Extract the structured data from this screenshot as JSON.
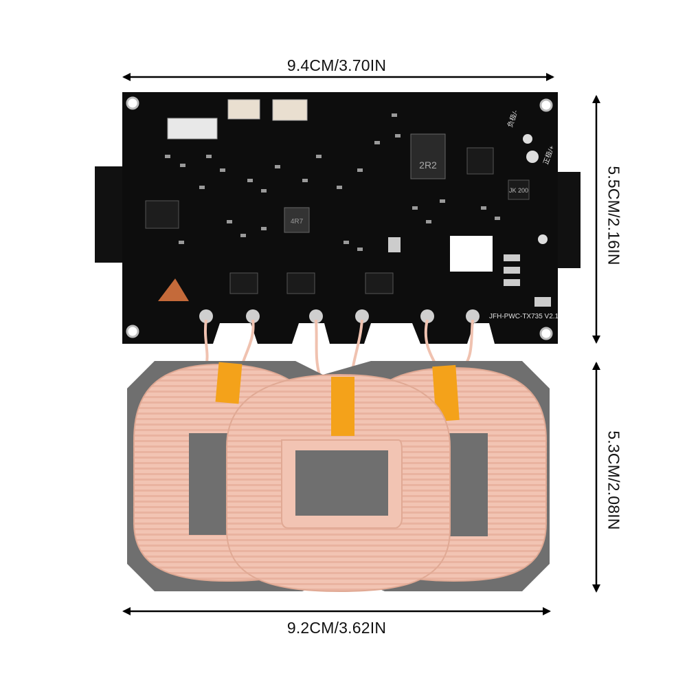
{
  "dimensions": {
    "top_width": "9.4CM/3.70IN",
    "right_board_height": "5.5CM/2.16IN",
    "right_coil_height": "5.3CM/2.08IN",
    "bottom_width": "9.2CM/3.62IN"
  },
  "board": {
    "model_label": "JFH-PWC-TX735 V2.1",
    "inductor_main": "2R2",
    "inductor_small": "4R7",
    "chip_label": "JK 200",
    "pad_label_negative": "负极/-",
    "pad_label_positive": "正极/+"
  },
  "colors": {
    "pcb": "#0d0d0d",
    "coil_copper": "#f3c6b6",
    "coil_tape": "#f4a21a",
    "ferrite": "#6b6b6b",
    "arrow": "#000000"
  }
}
